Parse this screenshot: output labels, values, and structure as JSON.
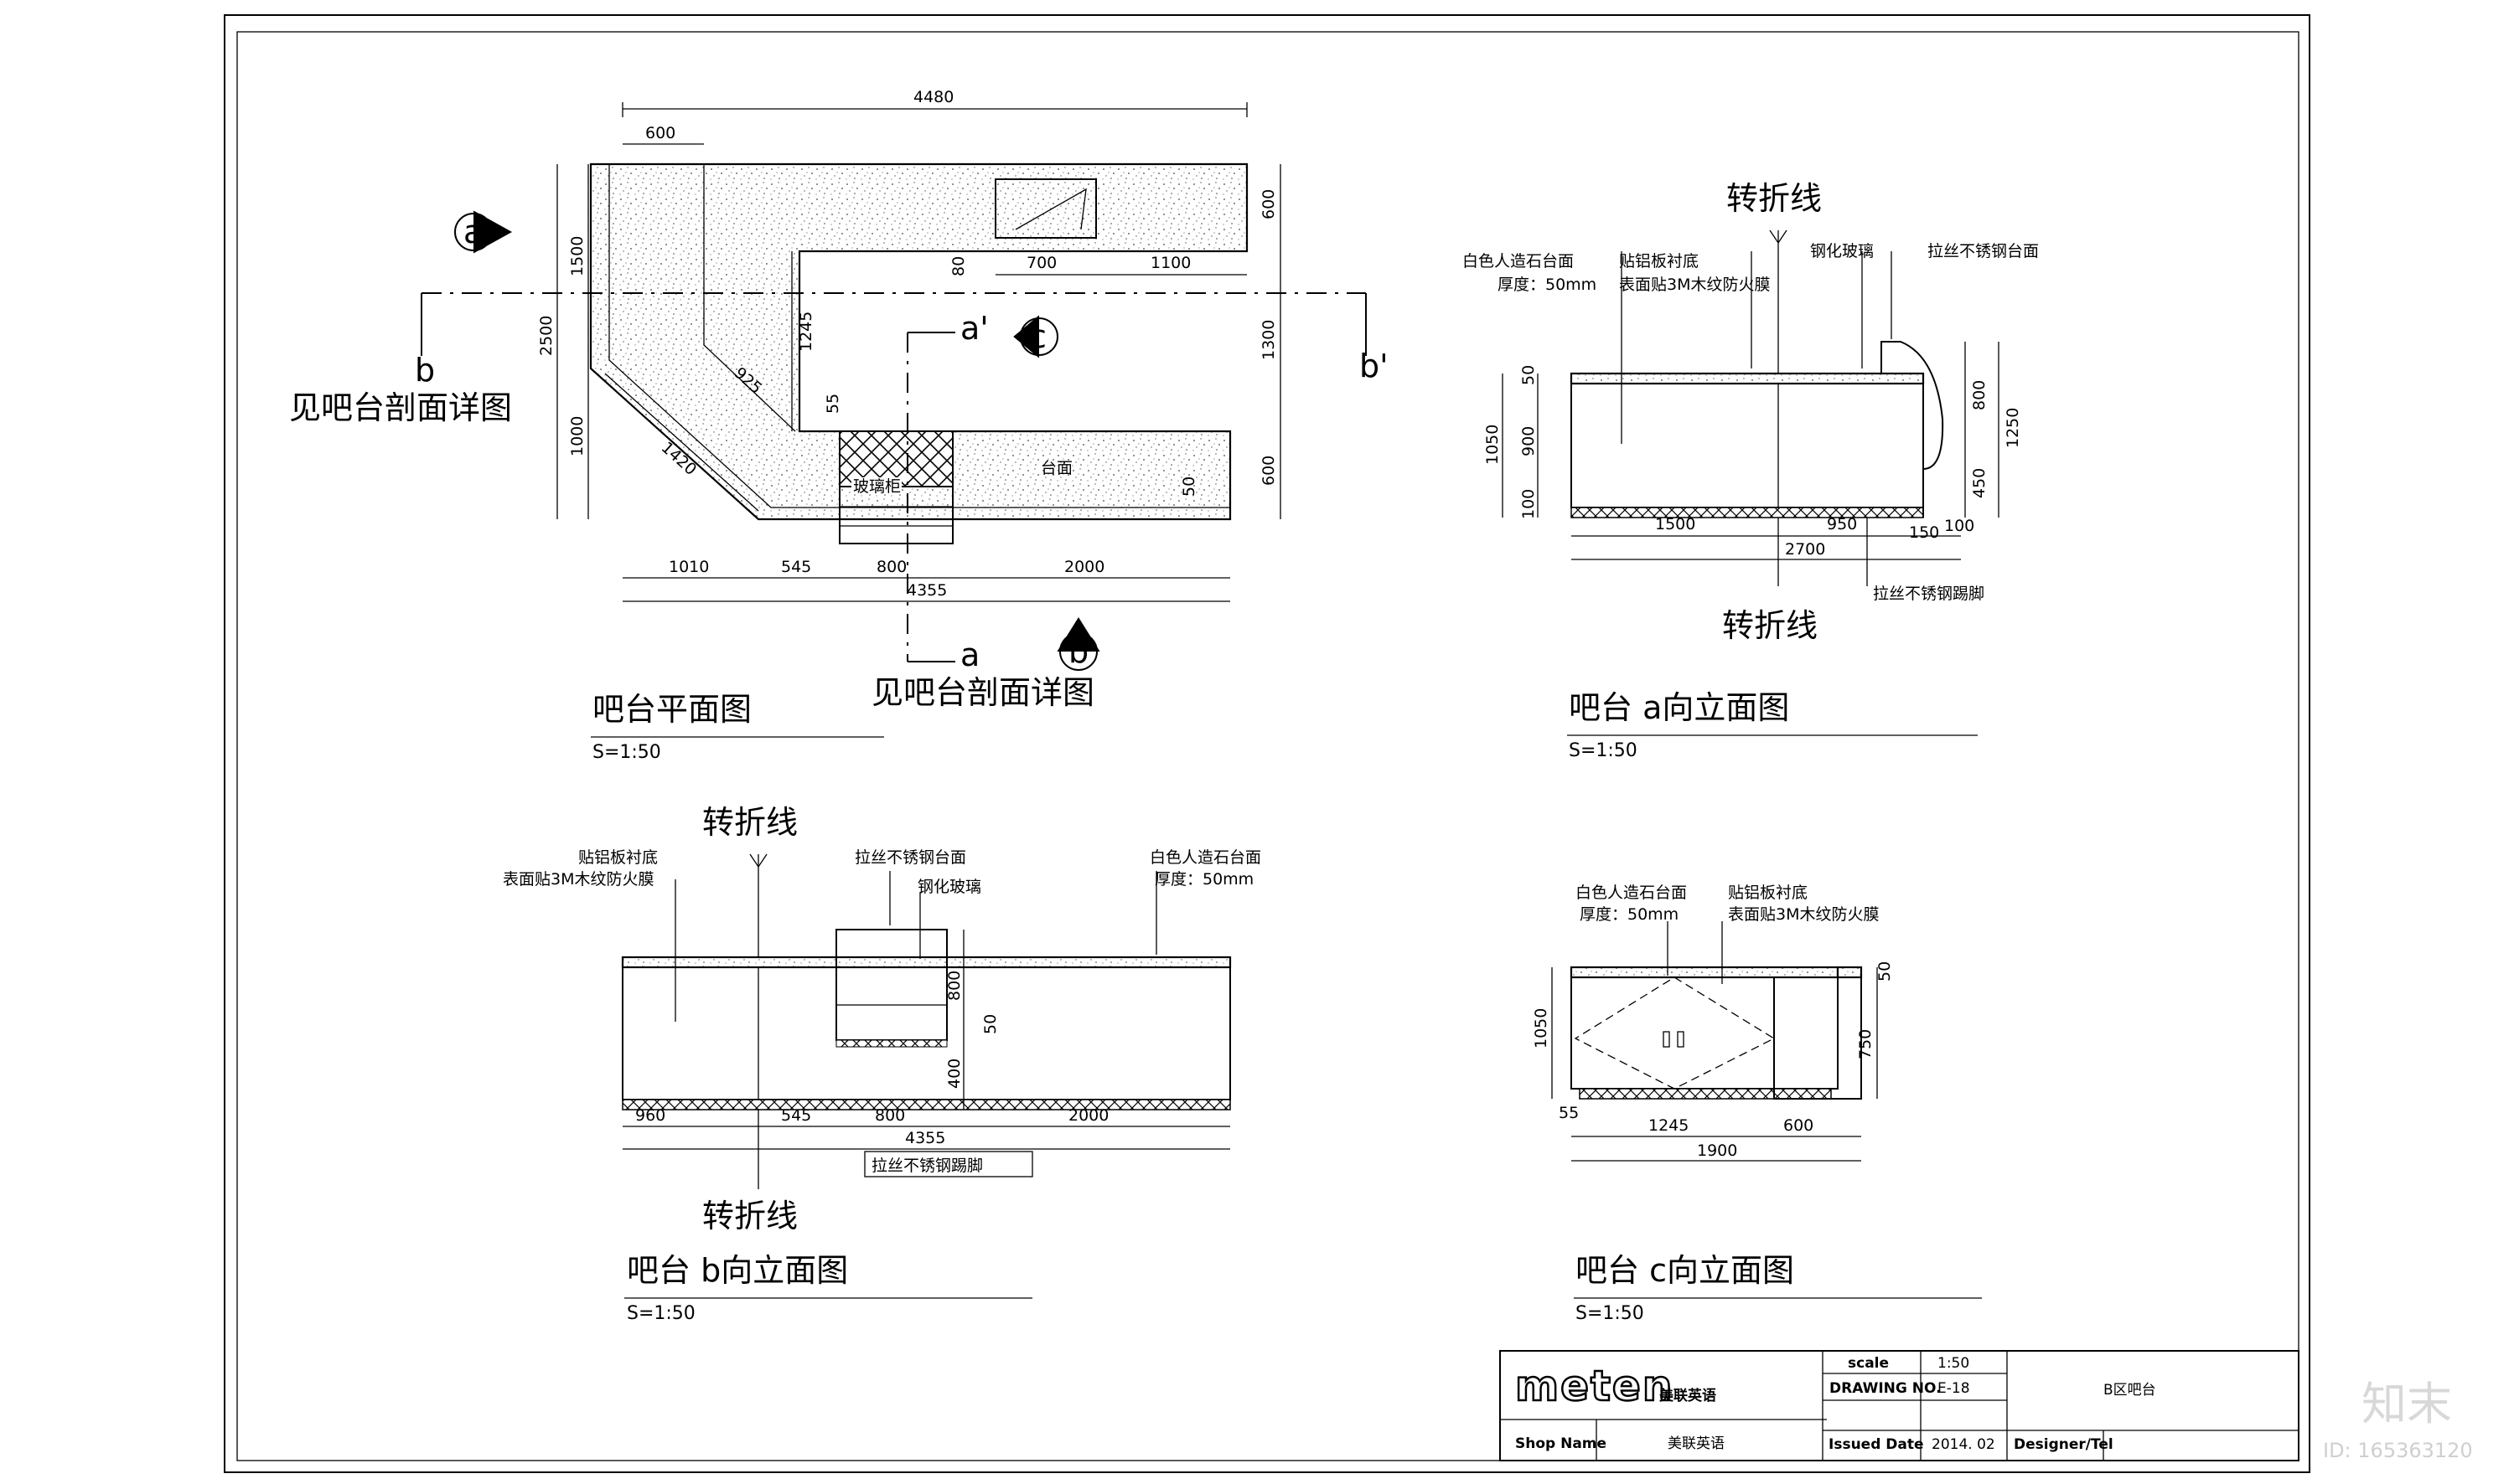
{
  "plan": {
    "dims": {
      "total_w": "4480",
      "left_w": "600",
      "h_total": "2500",
      "h_top": "1500",
      "h_bot": "1000",
      "r_top": "600",
      "r_mid": "1300",
      "r_bot": "600",
      "d80": "80",
      "d700": "700",
      "d1100": "1100",
      "d1245": "1245",
      "d925": "925",
      "d1420": "1420",
      "d55": "55",
      "d50": "50",
      "b1010": "1010",
      "b545": "545",
      "b800": "800",
      "b2000": "2000",
      "b4355": "4355"
    },
    "labels": {
      "glass_cabinet": "玻璃柜",
      "counter": "台面",
      "sec_a": "a",
      "sec_a2": "a'",
      "sec_b": "b",
      "sec_b2": "b'",
      "mark_a": "a",
      "mark_b": "b",
      "mark_c": "c",
      "see_detail_1": "见吧台剖面详图",
      "see_detail_2": "见吧台剖面详图"
    },
    "title": "吧台平面图",
    "scale": "S=1:50"
  },
  "elev_a": {
    "fold_top": "转折线",
    "fold_bot": "转折线",
    "notes": {
      "stone_1": "白色人造石台面",
      "stone_2": "厚度：50mm",
      "al_1": "贴铝板衬底",
      "al_2": "表面贴3M木纹防火膜",
      "glass": "钢化玻璃",
      "steel_top": "拉丝不锈钢台面",
      "kick": "拉丝不锈钢踢脚"
    },
    "dims": {
      "d50": "50",
      "d900": "900",
      "d100": "100",
      "d1050": "1050",
      "d800": "800",
      "d450": "450",
      "d1250": "1250",
      "w1500": "1500",
      "w950": "950",
      "w150": "150",
      "w100": "100",
      "w2700": "2700"
    },
    "title": "吧台  a向立面图",
    "scale": "S=1:50"
  },
  "elev_b": {
    "fold_top": "转折线",
    "fold_bot": "转折线",
    "notes": {
      "al_1": "贴铝板衬底",
      "al_2": "表面贴3M木纹防火膜",
      "steel_top": "拉丝不锈钢台面",
      "glass": "钢化玻璃",
      "stone_1": "白色人造石台面",
      "stone_2": "厚度：50mm",
      "kick": "拉丝不锈钢踢脚"
    },
    "dims": {
      "d800": "800",
      "d50": "50",
      "d400": "400",
      "w960": "960",
      "w545": "545",
      "w800": "800",
      "w2000": "2000",
      "w4355": "4355"
    },
    "title": "吧台  b向立面图",
    "scale": "S=1:50"
  },
  "elev_c": {
    "notes": {
      "stone_1": "白色人造石台面",
      "stone_2": "厚度：50mm",
      "al_1": "贴铝板衬底",
      "al_2": "表面贴3M木纹防火膜"
    },
    "dims": {
      "d50": "50",
      "d750": "750",
      "d1050": "1050",
      "d55": "55",
      "w1245": "1245",
      "w600": "600",
      "w1900": "1900"
    },
    "title": "吧台  c向立面图",
    "scale": "S=1:50"
  },
  "titleblock": {
    "logo": "meten",
    "logo_cn": "美联英语",
    "scale_label": "scale",
    "scale_value": "1:50",
    "drawing_label": "DRAWING NO.",
    "drawing_value": "E-18",
    "project": "B区吧台",
    "shop_label": "Shop Name",
    "shop_value": "美联英语",
    "date_label": "Issued Date",
    "date_value": "2014. 02",
    "designer_label": "Designer/Tel"
  },
  "watermark": {
    "site": "知末",
    "id": "ID: 165363120"
  }
}
